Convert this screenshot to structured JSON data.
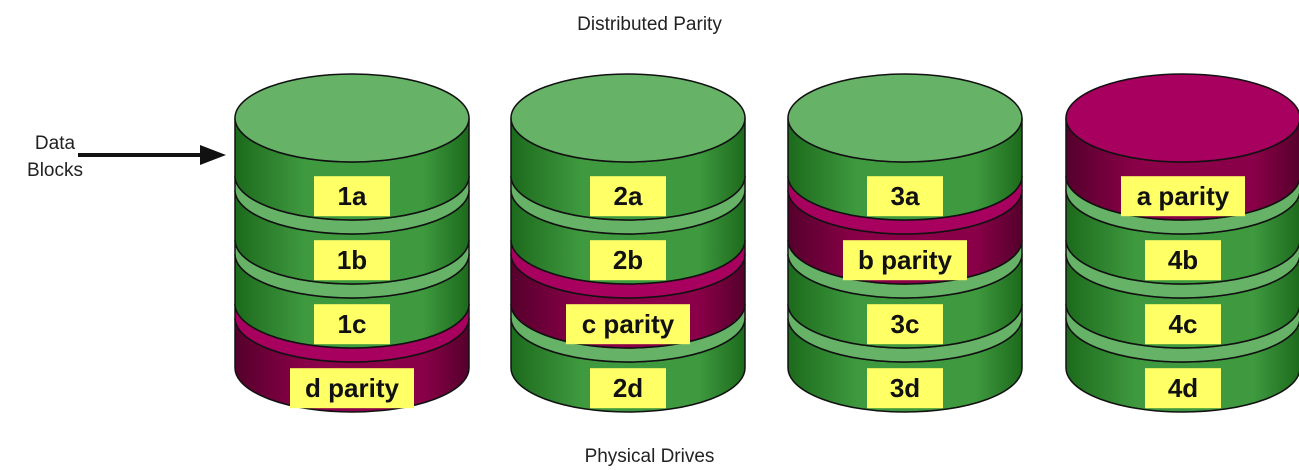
{
  "title": "Distributed Parity",
  "footer": "Physical Drives",
  "side_label": {
    "line1": "Data",
    "line2": "Blocks"
  },
  "colors": {
    "data_light": "#66b266",
    "data_mid": "#3f9a3f",
    "data_dark": "#1c6a1c",
    "parity_light": "#a8005e",
    "parity_mid": "#8a0048",
    "parity_dark": "#55002c",
    "label_bg": "#ffff66"
  },
  "drives": [
    {
      "name": "drive-1",
      "blocks": [
        {
          "label": "1a",
          "type": "data"
        },
        {
          "label": "1b",
          "type": "data"
        },
        {
          "label": "1c",
          "type": "data"
        },
        {
          "label": "d parity",
          "type": "parity"
        }
      ]
    },
    {
      "name": "drive-2",
      "blocks": [
        {
          "label": "2a",
          "type": "data"
        },
        {
          "label": "2b",
          "type": "data"
        },
        {
          "label": "c parity",
          "type": "parity"
        },
        {
          "label": "2d",
          "type": "data"
        }
      ]
    },
    {
      "name": "drive-3",
      "blocks": [
        {
          "label": "3a",
          "type": "data"
        },
        {
          "label": "b parity",
          "type": "parity"
        },
        {
          "label": "3c",
          "type": "data"
        },
        {
          "label": "3d",
          "type": "data"
        }
      ]
    },
    {
      "name": "drive-4",
      "blocks": [
        {
          "label": "a parity",
          "type": "parity"
        },
        {
          "label": "4b",
          "type": "data"
        },
        {
          "label": "4c",
          "type": "data"
        },
        {
          "label": "4d",
          "type": "data"
        }
      ]
    }
  ]
}
